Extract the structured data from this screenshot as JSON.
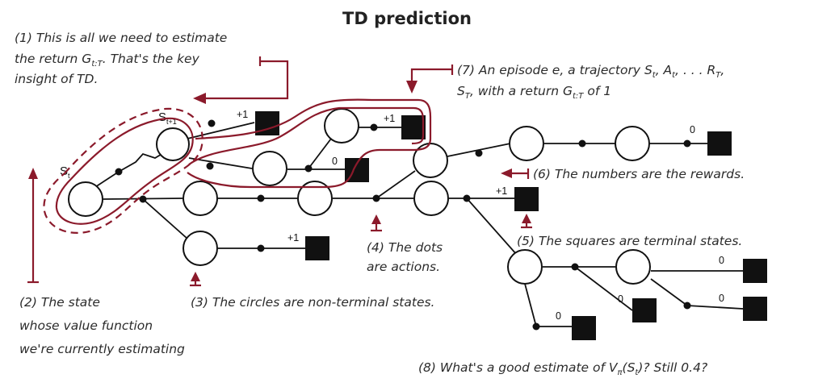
{
  "title": "TD prediction",
  "rewards": {
    "plus_one": "+1",
    "zero": "0"
  },
  "states": {
    "s_t": {
      "main": "S",
      "sub": "t"
    },
    "s_t1": {
      "main": "S",
      "sub": "t+1"
    }
  },
  "annotations": {
    "n1": {
      "lines": [
        "(1) This is all we need to estimate",
        "the return G",
        ". That's the key",
        "insight of TD."
      ],
      "sub": "t:T"
    },
    "n7": {
      "line1_a": "(7) An episode e, a trajectory S",
      "line1_b": ", A",
      "line1_c": ", . . . R",
      "line1_d": ",",
      "line2_a": "S",
      "line2_b": ", with a return G",
      "line2_c": " of 1",
      "sub_t": "t",
      "sub_T": "T",
      "sub_tT": "t:T"
    },
    "n6": "(6) The numbers are the rewards.",
    "n5": "(5) The squares are terminal states.",
    "n4": [
      "(4) The dots",
      "are actions."
    ],
    "n3": "(3) The circles are non-terminal states.",
    "n2": [
      "(2) The state",
      "whose value function",
      "we're currently estimating"
    ],
    "n8": {
      "a": "(8) What's a good estimate of V",
      "sub_pi": "π",
      "b": "(S",
      "sub_t": "t",
      "c": ")? Still 0.4?"
    }
  },
  "colors": {
    "accent": "#8b1a2b",
    "ink": "#111111"
  }
}
